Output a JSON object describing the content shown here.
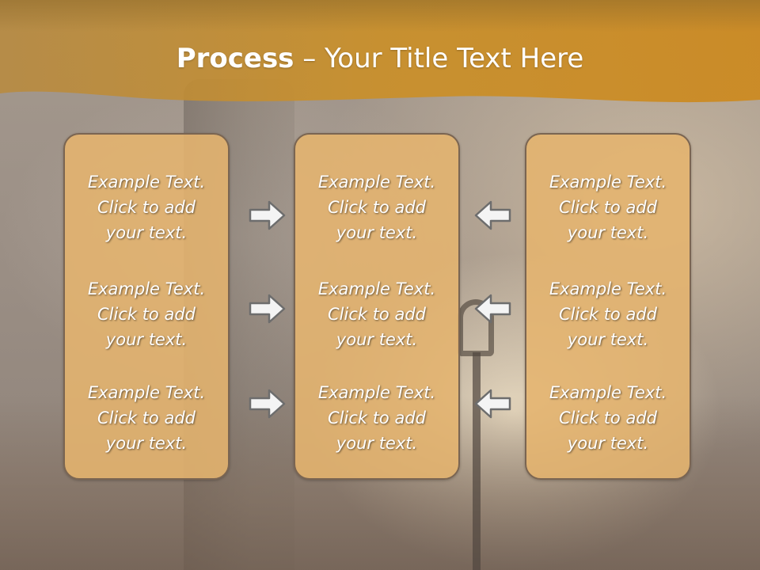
{
  "slide": {
    "title_bold": "Process",
    "title_rest": " – Your Title Text Here"
  },
  "boxes": {
    "left": [
      "Example Text.\nClick  to add\nyour text.",
      "Example Text.\nClick  to add\nyour text.",
      "Example Text.\nClick  to add\nyour text."
    ],
    "center": [
      "Example Text.\nClick  to add\nyour text.",
      "Example Text.\nClick  to add\nyour text.",
      "Example Text.\nClick  to add\nyour text."
    ],
    "right": [
      "Example Text.\nClick  to add\nyour text.",
      "Example Text.\nClick  to add\nyour text.",
      "Example Text.\nClick  to add\nyour text."
    ]
  },
  "icons": {
    "right_arrows": [
      "arrow-right-icon",
      "arrow-right-icon",
      "arrow-right-icon"
    ],
    "left_arrows": [
      "arrow-left-icon",
      "arrow-left-icon",
      "arrow-left-icon"
    ]
  },
  "colors": {
    "title_band": "#c8902f",
    "box_fill": "#e5b46e",
    "box_border": "#7a6552",
    "text": "#ffffff"
  }
}
